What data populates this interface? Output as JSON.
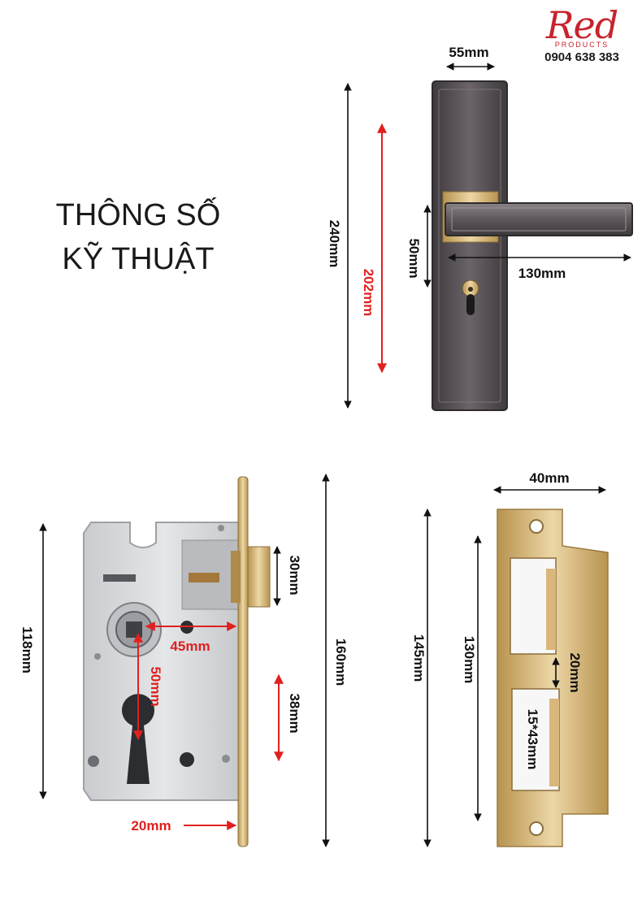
{
  "brand": {
    "name": "Red",
    "sub": "PRODUCTS",
    "phone": "0904 638 383"
  },
  "title": {
    "line1": "THÔNG SỐ",
    "line2": "KỸ THUẬT"
  },
  "dimensions": {
    "handle_width": "55mm",
    "handle_height": "240mm",
    "handle_hole_spacing": "202mm",
    "handle_lever_offset": "50mm",
    "handle_lever_length": "130mm",
    "lock_body_height": "118mm",
    "lock_latch": "30mm",
    "lock_backset": "45mm",
    "lock_center_distance": "50mm",
    "lock_deadbolt": "38mm",
    "lock_faceplate": "160mm",
    "lock_bottom": "20mm",
    "strike_width": "40mm",
    "strike_height": "145mm",
    "strike_inner": "130mm",
    "strike_gap": "20mm",
    "strike_slot": "15*43mm"
  },
  "colors": {
    "red_dim": "#e0201f",
    "black_dim": "#111111",
    "handle": "#5a5559",
    "brass": "#d9b77a",
    "lock_body": "#d8dadd"
  }
}
